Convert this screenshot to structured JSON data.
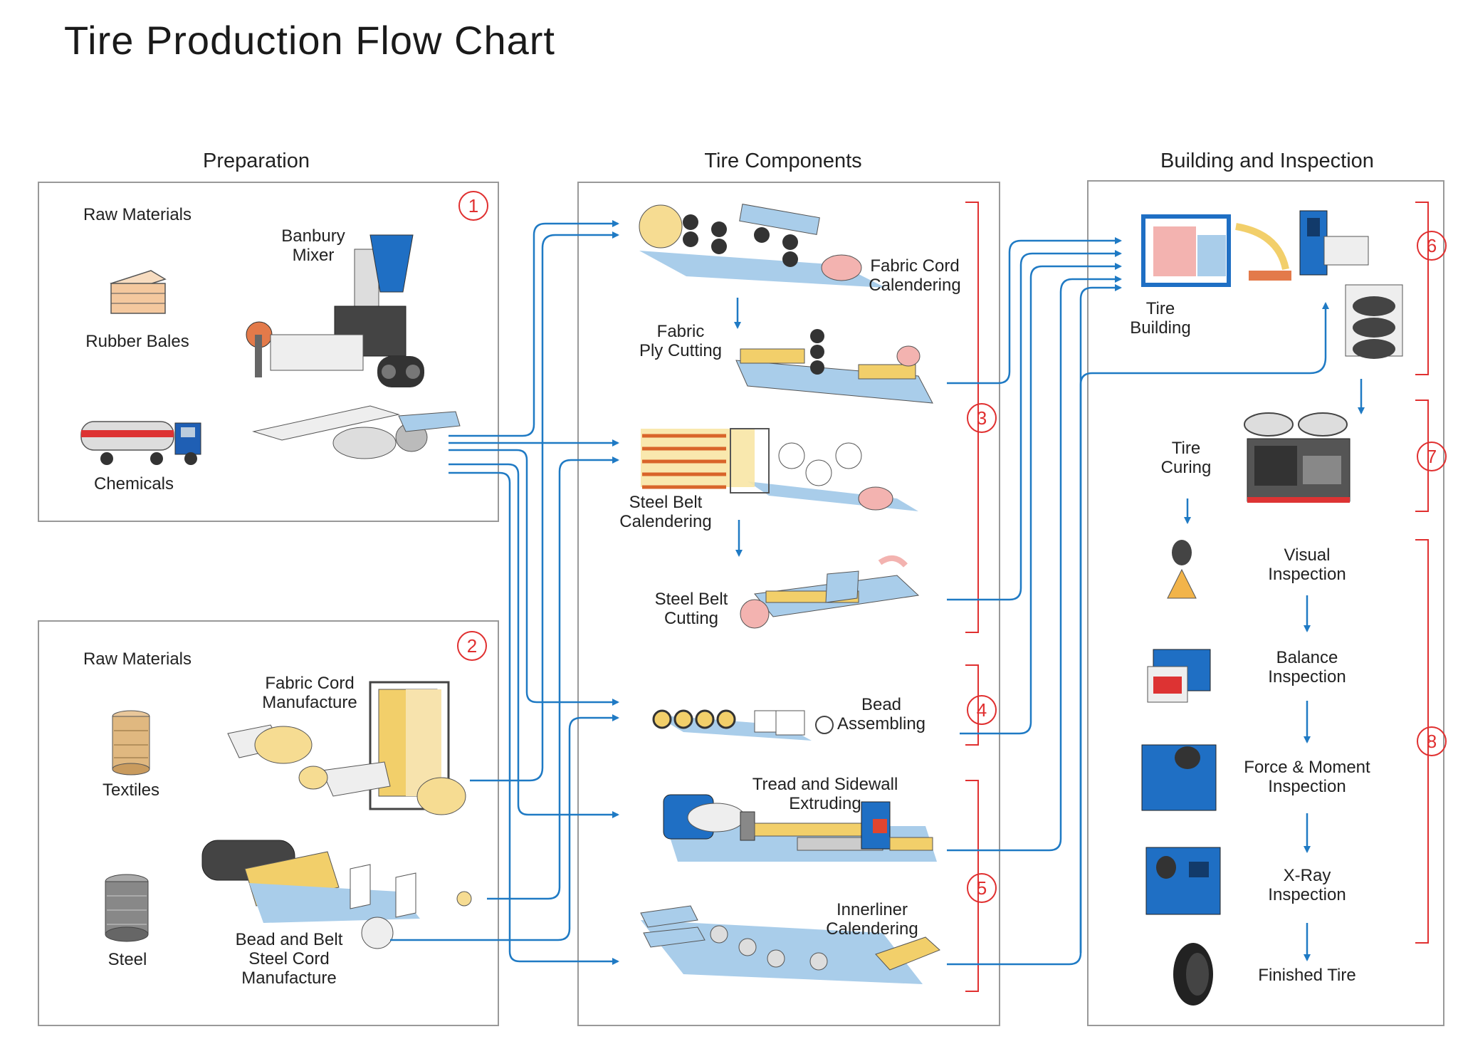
{
  "title": "Tire Production Flow Chart",
  "columns": {
    "preparation": "Preparation",
    "components": "Tire Components",
    "building": "Building and Inspection"
  },
  "prep1": {
    "raw_materials": "Raw Materials",
    "rubber_bales": "Rubber Bales",
    "chemicals": "Chemicals",
    "banbury": "Banbury\nMixer"
  },
  "prep2": {
    "raw_materials": "Raw Materials",
    "textiles": "Textiles",
    "steel": "Steel",
    "fabric_cord": "Fabric  Cord\nManufacture",
    "bead_belt": "Bead and Belt\nSteel Cord\nManufacture"
  },
  "components": {
    "fabric_calendering": "Fabric Cord\nCalendering",
    "fabric_ply_cutting": "Fabric\nPly Cutting",
    "steel_belt_calendering": "Steel Belt\nCalendering",
    "steel_belt_cutting": "Steel Belt\nCutting",
    "bead_assembling": "Bead\nAssembling",
    "tread_sidewall": "Tread and Sidewall\nExtruding",
    "innerliner": "Innerliner\nCalendering"
  },
  "building": {
    "tire_building": "Tire\nBuilding",
    "tire_curing": "Tire\nCuring",
    "visual": "Visual\nInspection",
    "balance": "Balance\nInspection",
    "force_moment": "Force & Moment\nInspection",
    "xray": "X-Ray\nInspection",
    "finished": "Finished Tire"
  },
  "step_numbers": [
    "1",
    "2",
    "3",
    "4",
    "5",
    "6",
    "7",
    "8"
  ],
  "colors": {
    "flow_arrow": "#1f7ac4",
    "step_marker": "#e03030",
    "machine_blue": "#1f6fc4",
    "material_yellow": "#f2cf6a",
    "material_pink": "#f3b3b0",
    "conveyor_blue": "#a9cdea",
    "box_border": "#999999"
  }
}
